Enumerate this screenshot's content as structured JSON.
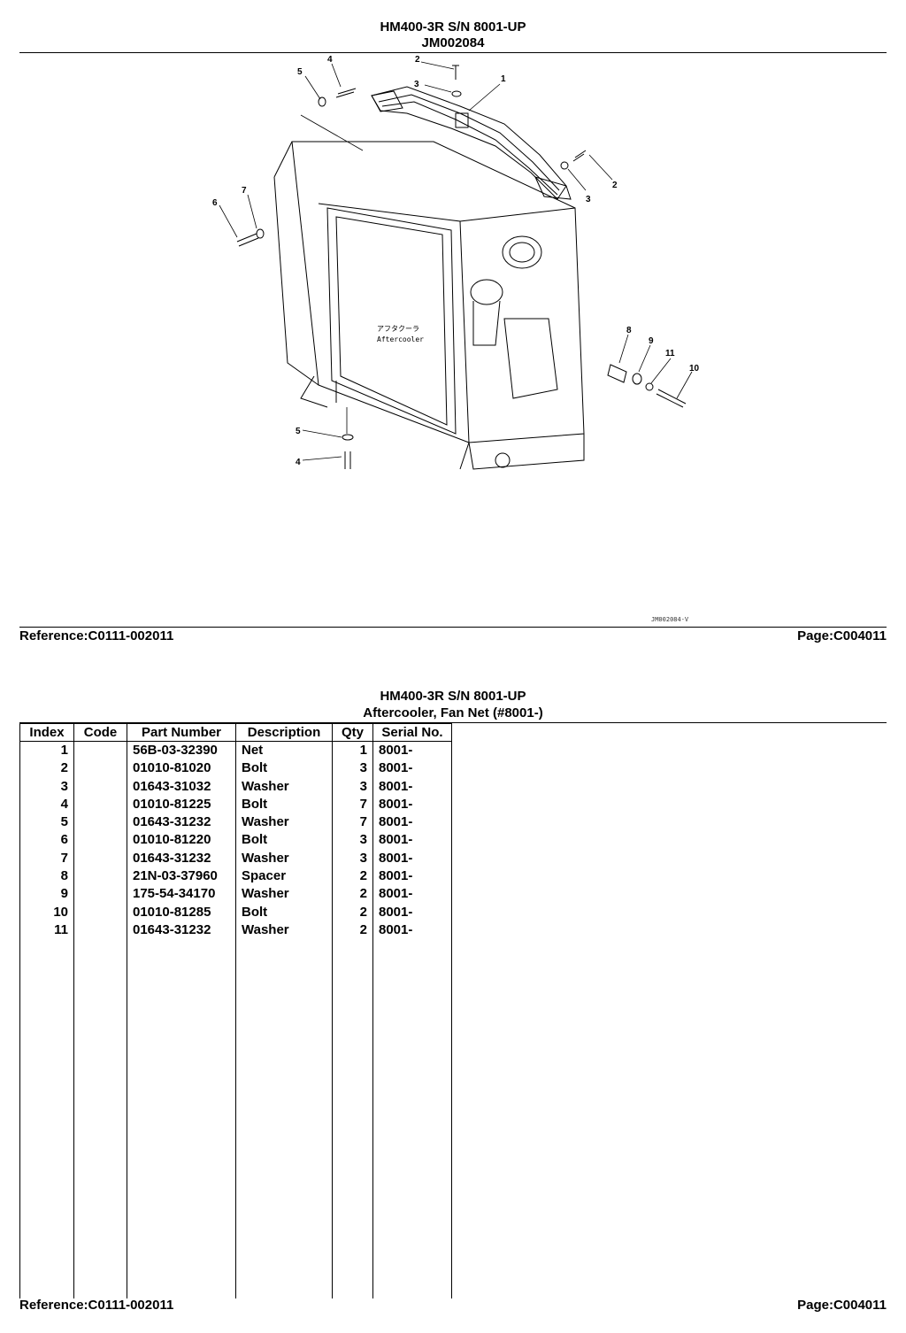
{
  "header": {
    "model": "HM400-3R S/N 8001-UP",
    "drawing_id": "JM002084"
  },
  "diagram": {
    "labels": [
      "1",
      "2",
      "3",
      "4",
      "5",
      "6",
      "7",
      "8",
      "9",
      "10",
      "11"
    ],
    "caption_jp": "アフタクーラ",
    "caption_en": "Aftercooler",
    "image_id": "JM002084-V"
  },
  "footer": {
    "reference": "Reference:C0111-002011",
    "page": "Page:C004011"
  },
  "parts_header": {
    "model": "HM400-3R S/N 8001-UP",
    "title": "Aftercooler, Fan Net (#8001-)"
  },
  "table": {
    "columns": [
      "Index",
      "Code",
      "Part Number",
      "Description",
      "Qty",
      "Serial No."
    ],
    "rows": [
      {
        "index": "1",
        "code": "",
        "part": "56B-03-32390",
        "desc": "Net",
        "qty": "1",
        "serial": "8001-"
      },
      {
        "index": "2",
        "code": "",
        "part": "01010-81020",
        "desc": "Bolt",
        "qty": "3",
        "serial": "8001-"
      },
      {
        "index": "3",
        "code": "",
        "part": "01643-31032",
        "desc": "Washer",
        "qty": "3",
        "serial": "8001-"
      },
      {
        "index": "4",
        "code": "",
        "part": "01010-81225",
        "desc": "Bolt",
        "qty": "7",
        "serial": "8001-"
      },
      {
        "index": "5",
        "code": "",
        "part": "01643-31232",
        "desc": "Washer",
        "qty": "7",
        "serial": "8001-"
      },
      {
        "index": "6",
        "code": "",
        "part": "01010-81220",
        "desc": "Bolt",
        "qty": "3",
        "serial": "8001-"
      },
      {
        "index": "7",
        "code": "",
        "part": "01643-31232",
        "desc": "Washer",
        "qty": "3",
        "serial": "8001-"
      },
      {
        "index": "8",
        "code": "",
        "part": "21N-03-37960",
        "desc": "Spacer",
        "qty": "2",
        "serial": "8001-"
      },
      {
        "index": "9",
        "code": "",
        "part": "175-54-34170",
        "desc": "Washer",
        "qty": "2",
        "serial": "8001-"
      },
      {
        "index": "10",
        "code": "",
        "part": "01010-81285",
        "desc": "Bolt",
        "qty": "2",
        "serial": "8001-"
      },
      {
        "index": "11",
        "code": "",
        "part": "01643-31232",
        "desc": "Washer",
        "qty": "2",
        "serial": "8001-"
      }
    ]
  }
}
